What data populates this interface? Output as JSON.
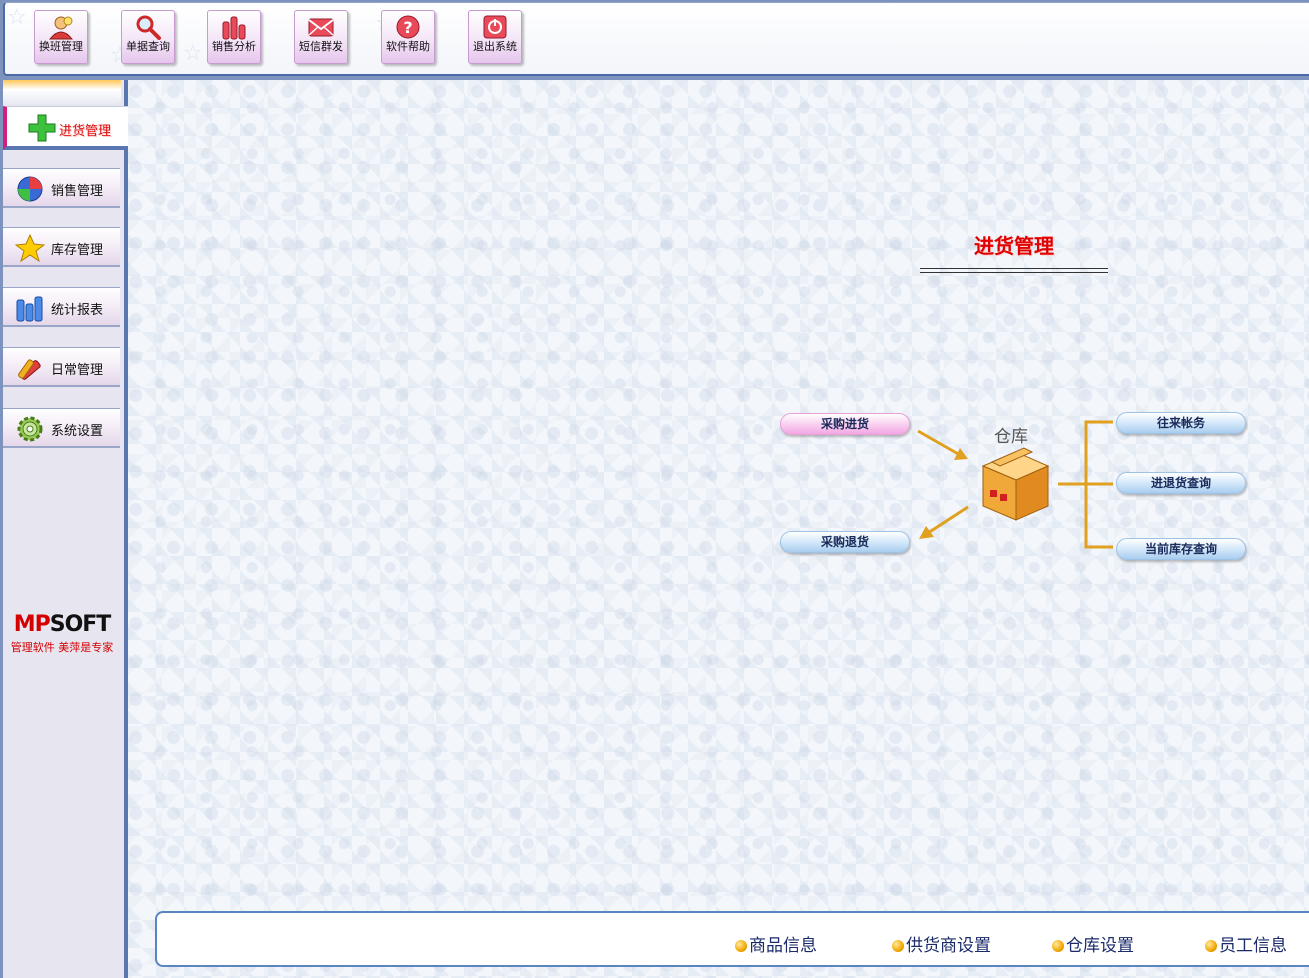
{
  "toolbar": {
    "buttons": [
      {
        "label": "换班管理",
        "icon": "user-shift-icon"
      },
      {
        "label": "单据查询",
        "icon": "magnifier-icon"
      },
      {
        "label": "销售分析",
        "icon": "bar-chart-icon"
      },
      {
        "label": "短信群发",
        "icon": "envelope-icon"
      },
      {
        "label": "软件帮助",
        "icon": "question-icon"
      },
      {
        "label": "退出系统",
        "icon": "power-icon"
      }
    ]
  },
  "sidebar": {
    "active": {
      "label": "进货管理",
      "icon": "plus-icon"
    },
    "items": [
      {
        "label": "销售管理",
        "icon": "globe-icon"
      },
      {
        "label": "库存管理",
        "icon": "star-icon"
      },
      {
        "label": "统计报表",
        "icon": "bar-chart-icon"
      },
      {
        "label": "日常管理",
        "icon": "tools-icon"
      },
      {
        "label": "系统设置",
        "icon": "gear-icon"
      }
    ],
    "logo": {
      "brand_a": "MP",
      "brand_b": "SOFT",
      "slogan": "管理软件  美萍是专家"
    }
  },
  "main": {
    "title": "进货管理",
    "warehouse_label": "仓库",
    "left_actions": {
      "purchase_in": "采购进货",
      "purchase_return": "采购退货"
    },
    "right_actions": {
      "accounts": "往来帐务",
      "in_return_query": "进退货查询",
      "stock_query": "当前库存查询"
    }
  },
  "quickbar": {
    "links": [
      "商品信息",
      "供货商设置",
      "仓库设置",
      "员工信息"
    ]
  },
  "colors": {
    "accent_red": "#e00000",
    "connector_orange": "#e0a020",
    "frame_blue": "#5a76b0"
  }
}
